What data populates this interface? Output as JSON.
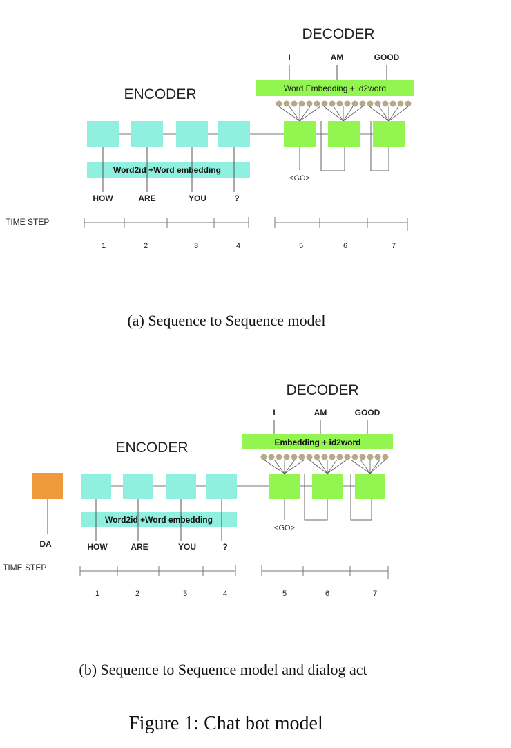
{
  "panel_a": {
    "encoder_title": "ENCODER",
    "decoder_title": "DECODER",
    "decoder_outputs": [
      "I",
      "AM",
      "GOOD"
    ],
    "decoder_embedding_label": "Word Embedding + id2word",
    "encoder_embedding_label": "Word2id +Word embedding",
    "encoder_inputs": [
      "HOW",
      "ARE",
      "YOU",
      "?"
    ],
    "go_label": "<GO>",
    "time_step_label": "TIME STEP",
    "time_steps": [
      "1",
      "2",
      "3",
      "4",
      "5",
      "6",
      "7"
    ],
    "caption": "(a)  Sequence to Sequence model"
  },
  "panel_b": {
    "encoder_title": "ENCODER",
    "decoder_title": "DECODER",
    "decoder_outputs": [
      "I",
      "AM",
      "GOOD"
    ],
    "decoder_embedding_label": "Embedding + id2word",
    "encoder_embedding_label": "Word2id +Word embedding",
    "encoder_inputs": [
      "HOW",
      "ARE",
      "YOU",
      "?"
    ],
    "dialog_act_label": "DA",
    "go_label": "<GO>",
    "time_step_label": "TIME STEP",
    "time_steps": [
      "1",
      "2",
      "3",
      "4",
      "5",
      "6",
      "7"
    ],
    "caption": "(b)  Sequence to Sequence model and dialog act"
  },
  "figure_caption": "Figure 1: Chat bot model",
  "colors": {
    "encoder_cell": "#8ff0e0",
    "decoder_cell": "#92f550",
    "embedding_bar_encoder": "#8ff0e0",
    "embedding_bar_decoder": "#92f550",
    "dialog_act_cell": "#f0993c",
    "vocab_dot": "#b5a98a",
    "line": "#555555"
  }
}
